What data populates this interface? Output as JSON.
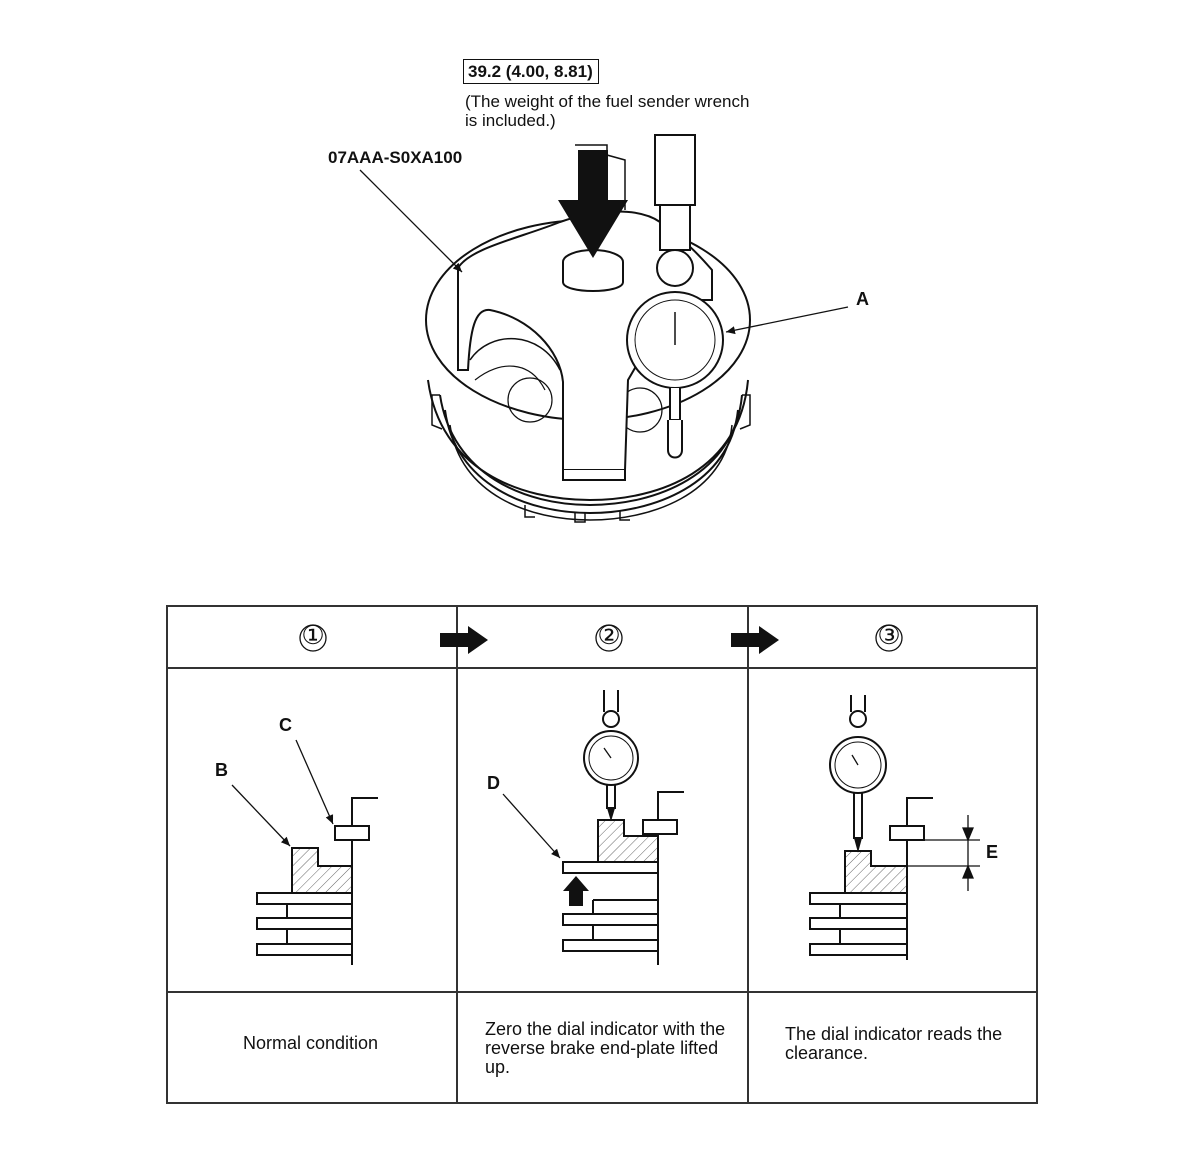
{
  "torque_spec": {
    "value": "39.2 (4.00, 8.81)",
    "note": "(The weight of the fuel sender wrench is included.)"
  },
  "tool_number": "07AAA-S0XA100",
  "callouts": {
    "a": "A",
    "b": "B",
    "c": "C",
    "d": "D",
    "e": "E"
  },
  "steps": [
    {
      "number": "①",
      "caption": "Normal condition"
    },
    {
      "number": "②",
      "caption": "Zero the dial indicator with the reverse brake end-plate lifted up."
    },
    {
      "number": "③",
      "caption": "The dial indicator reads the clearance."
    }
  ],
  "icons": {
    "flow_arrow": "right-arrow-icon",
    "load_arrow": "down-arrow-icon",
    "lift_arrow": "up-arrow-icon",
    "dial_indicator": "dial-indicator-icon"
  }
}
